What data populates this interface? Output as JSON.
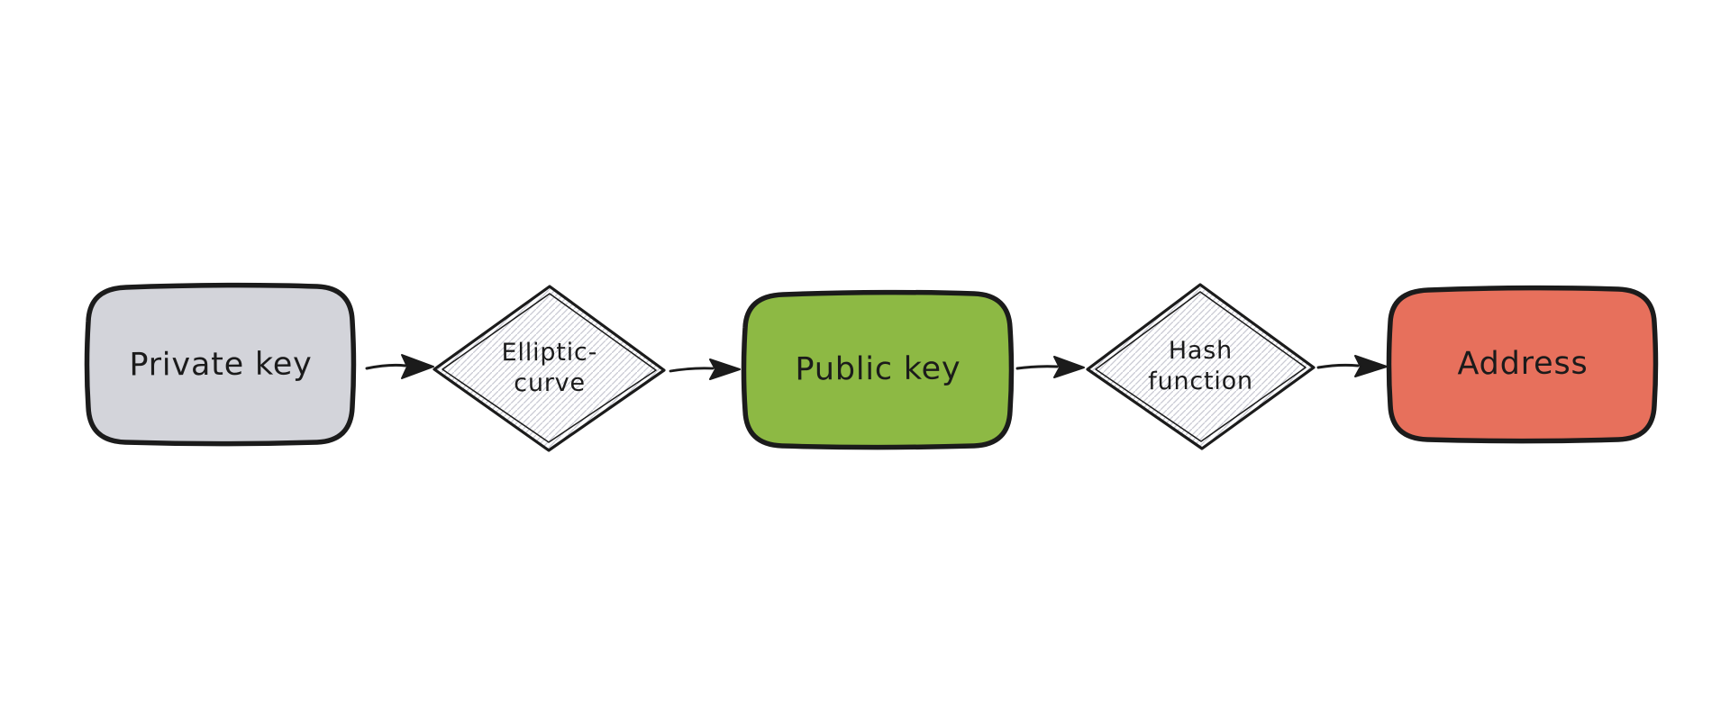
{
  "canvas": {
    "background": "#ffffff",
    "stroke_color": "#1b1b1b",
    "text_color": "#1b1b1b",
    "hatch_color": "#c9cad4"
  },
  "diagram": {
    "nodes": [
      {
        "id": "private-key",
        "type": "rectangle",
        "label": "Private key",
        "fill": "#d3d4da"
      },
      {
        "id": "elliptic-curve",
        "type": "diamond",
        "label": "Elliptic-curve",
        "line1": "Elliptic-",
        "line2": "curve",
        "fill_pattern": "diagonal-hatch"
      },
      {
        "id": "public-key",
        "type": "rectangle",
        "label": "Public key",
        "fill": "#8db944"
      },
      {
        "id": "hash-function",
        "type": "diamond",
        "label": "Hash function",
        "line1": "Hash",
        "line2": "function",
        "fill_pattern": "diagonal-hatch"
      },
      {
        "id": "address",
        "type": "rectangle",
        "label": "Address",
        "fill": "#e7705c"
      }
    ],
    "edges": [
      {
        "from": "private-key",
        "to": "elliptic-curve",
        "direction": "right"
      },
      {
        "from": "elliptic-curve",
        "to": "public-key",
        "direction": "right"
      },
      {
        "from": "public-key",
        "to": "hash-function",
        "direction": "right"
      },
      {
        "from": "hash-function",
        "to": "address",
        "direction": "right"
      }
    ]
  }
}
